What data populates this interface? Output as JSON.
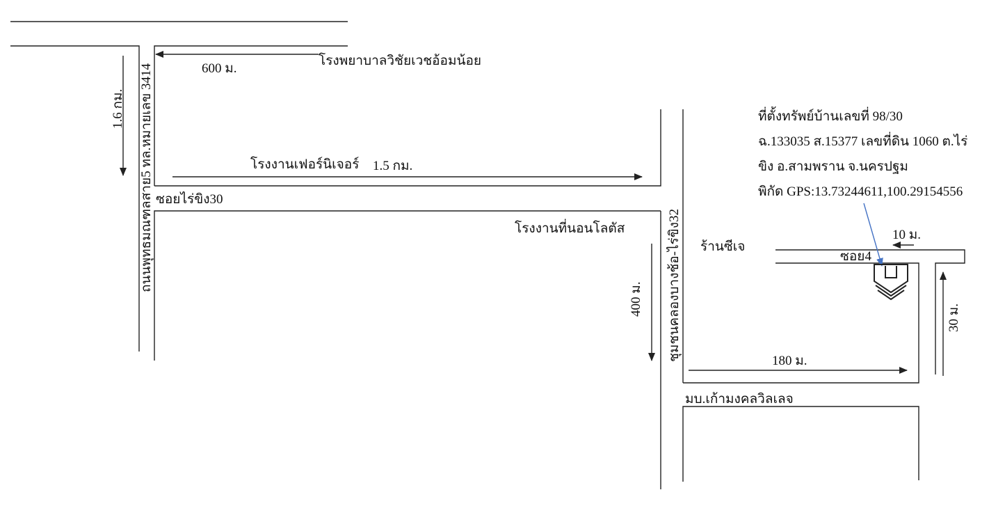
{
  "colors": {
    "line": "#222222",
    "pointer": "#4472C4",
    "text": "#111111"
  },
  "roads": {
    "main_road_label": "ถนนพุทธมณฑลสาย5 ทล.หมายเลข 3414",
    "soi30_label": "ซอยไร่ขิง30",
    "community_road_label": "ชุมชนคลองบางช้อ-ไร่ขิง32",
    "soi4_label": "ซอย4"
  },
  "landmarks": {
    "hospital": "โรงพยาบาลวิชัยเวชอ้อมน้อย",
    "furniture_factory": "โรงงานเฟอร์นิเจอร์",
    "lotus_factory": "โรงงานที่นอนโลตัส",
    "shop": "ร้านซีเจ",
    "village": "มบ.เก้ามงคลวิลเลจ"
  },
  "distances": {
    "d600": "600 ม.",
    "d1_6km": "1.6 กม.",
    "d1_5km": "1.5 กม.",
    "d400": "400 ม.",
    "d180": "180 ม.",
    "d10": "10 ม.",
    "d30": "30 ม."
  },
  "property_info": {
    "line1": "ที่ตั้งทรัพย์บ้านเลขที่ 98/30",
    "line2": "ฉ.133035 ส.15377 เลขที่ดิน 1060 ต.ไร่",
    "line3": "ขิง อ.สามพราน จ.นครปฐม",
    "line4": "พิกัด GPS:13.73244611,100.29154556"
  },
  "icons": {
    "property_marker": "house-marker-icon"
  }
}
